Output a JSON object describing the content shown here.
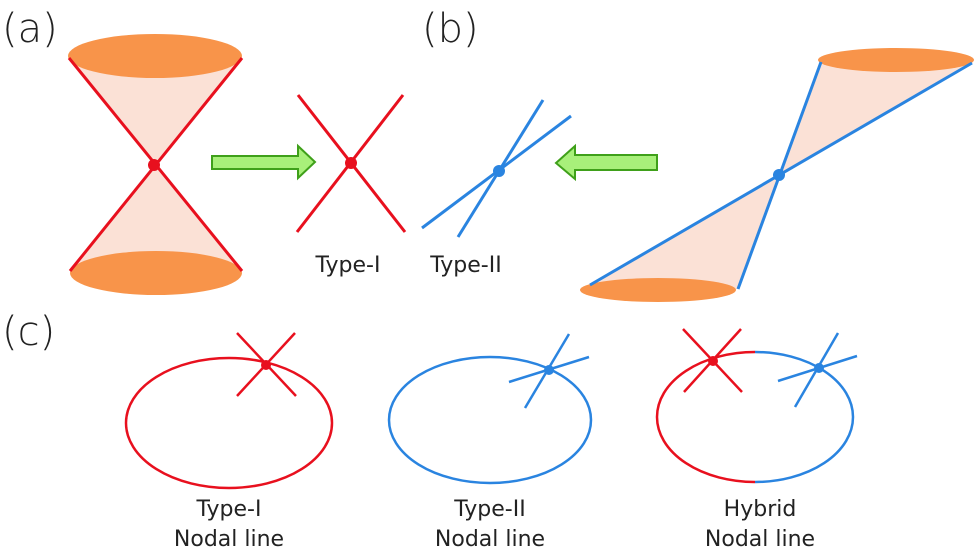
{
  "panels": {
    "a": {
      "label": "(a)"
    },
    "b": {
      "label": "(b)"
    },
    "c": {
      "label": "(c)"
    }
  },
  "crossings": {
    "type1": {
      "label": "Type-I"
    },
    "type2": {
      "label": "Type-II"
    }
  },
  "nodal_lines": [
    {
      "line1": "Type-I",
      "line2": "Nodal line"
    },
    {
      "line1": "Type-II",
      "line2": "Nodal line"
    },
    {
      "line1": "Hybrid",
      "line2": "Nodal line"
    }
  ],
  "colors": {
    "type1": "#e8101e",
    "type2": "#2a84e0",
    "cone_cap": "#f8944a",
    "cone_fill": "#fbe1d6",
    "arrow_fill": "#a8f07a",
    "arrow_stroke": "#3fa01a",
    "text": "#222222"
  }
}
